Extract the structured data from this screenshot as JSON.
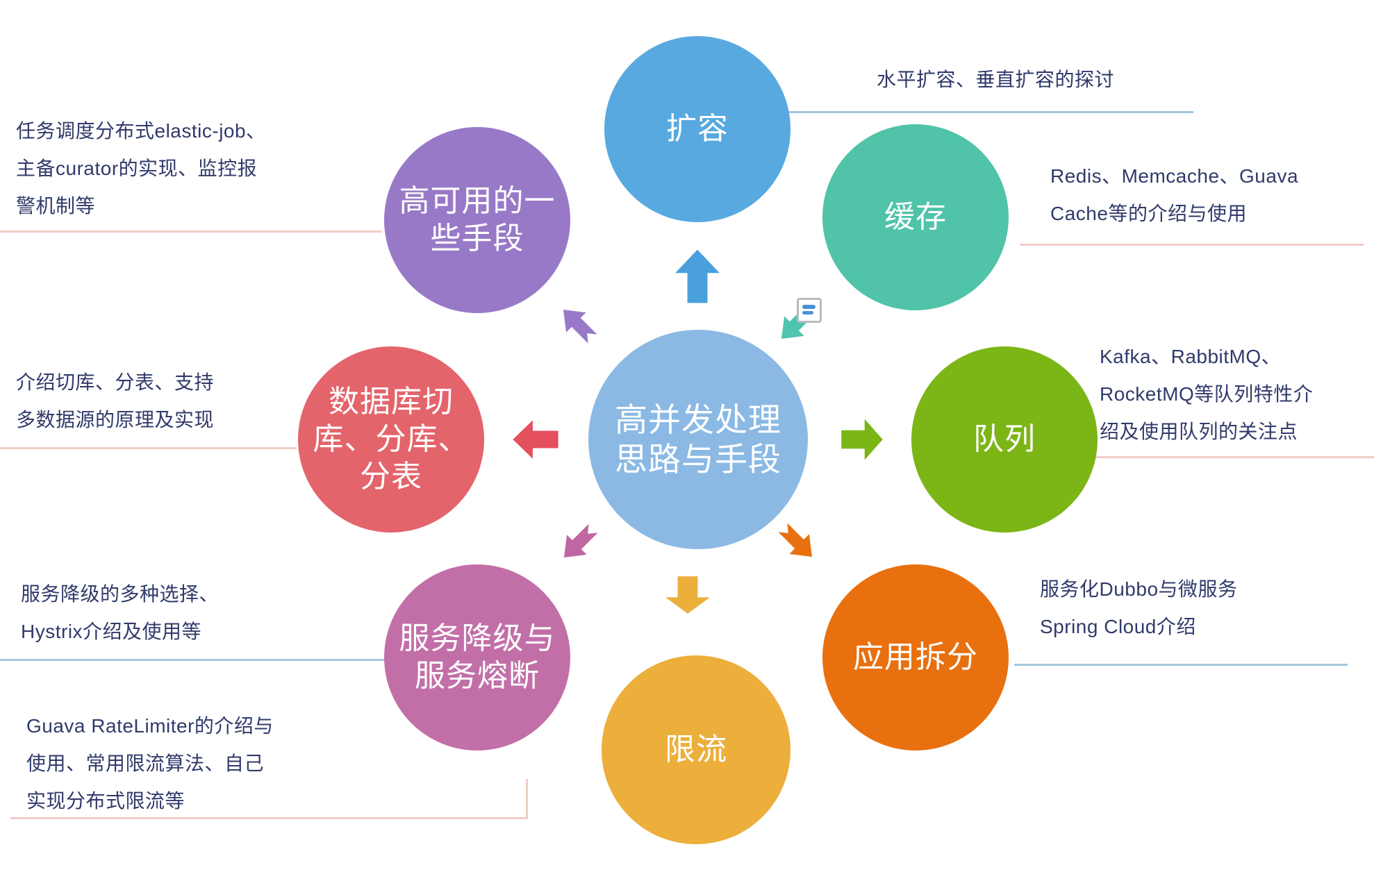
{
  "diagram_title": "高并发处理思路与手段",
  "palette": {
    "background": "#FFFFFF",
    "annotation_text": "#303A6A",
    "underline_pink": "#F2CCC6",
    "underline_blue": "#A3C8DB"
  },
  "center": {
    "label": "高并发处理\n思路与手段",
    "color": "#8BB9E4"
  },
  "nodes": [
    {
      "id": "expand",
      "label": "扩容",
      "color": "#58A9DF",
      "arrow_color": "#4AA0DC",
      "annotation": "水平扩容、垂直扩容的探讨"
    },
    {
      "id": "cache",
      "label": "缓存",
      "color": "#50C3A8",
      "arrow_color": "#4FC4AE",
      "annotation": "Redis、Memcache、Guava\nCache等的介绍与使用"
    },
    {
      "id": "queue",
      "label": "队列",
      "color": "#7CB516",
      "arrow_color": "#7CB516",
      "annotation": "Kafka、RabbitMQ、\nRocketMQ等队列特性介\n绍及使用队列的关注点"
    },
    {
      "id": "split",
      "label": "应用拆分",
      "color": "#E8700F",
      "arrow_color": "#E8700F",
      "annotation": "服务化Dubbo与微服务\nSpring Cloud介绍"
    },
    {
      "id": "limit",
      "label": "限流",
      "color": "#ECAF3C",
      "arrow_color": "#ECAF3C",
      "annotation": "Guava RateLimiter的介绍与\n使用、常用限流算法、自己\n实现分布式限流等"
    },
    {
      "id": "degrade",
      "label": "服务降级与\n服务熔断",
      "color": "#C26FA8",
      "arrow_color": "#C066A2",
      "annotation": "服务降级的多种选择、\nHystrix介绍及使用等"
    },
    {
      "id": "database",
      "label": "数据库切\n库、分库、\n分表",
      "color": "#E4646B",
      "arrow_color": "#E4505E",
      "annotation": "介绍切库、分表、支持\n多数据源的原理及实现"
    },
    {
      "id": "ha",
      "label": "高可用的一\n些手段",
      "color": "#9879C7",
      "arrow_color": "#9879C7",
      "annotation": "任务调度分布式elastic-job、\n主备curator的实现、监控报\n警机制等"
    }
  ],
  "float_icon": {
    "name": "list-icon",
    "bar_color": "#4A90D8",
    "border_color": "#B9BCBE"
  }
}
